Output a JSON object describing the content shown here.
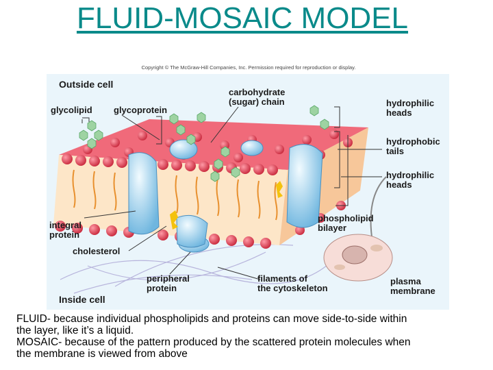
{
  "title": "FLUID-MOSAIC MODEL",
  "copyright": "Copyright © The McGraw-Hill Companies, Inc. Permission required for reproduction or display.",
  "labels": {
    "outside_cell": "Outside cell",
    "glycolipid": "glycolipid",
    "glycoprotein": "glycoprotein",
    "carbohydrate_1": "carbohydrate",
    "carbohydrate_2": "(sugar) chain",
    "hydrophilic_top_1": "hydrophilic",
    "hydrophilic_top_2": "heads",
    "hydrophobic_1": "hydrophobic",
    "hydrophobic_2": "tails",
    "hydrophilic_bottom_1": "hydrophilic",
    "hydrophilic_bottom_2": "heads",
    "integral_1": "integral",
    "integral_2": "protein",
    "cholesterol": "cholesterol",
    "bilayer_1": "phospholipid",
    "bilayer_2": "bilayer",
    "peripheral_1": "peripheral",
    "peripheral_2": "protein",
    "filaments_1": "filaments of",
    "filaments_2": "the cytoskeleton",
    "plasma_1": "plasma",
    "plasma_2": "membrane",
    "inside_cell": "Inside cell"
  },
  "caption": {
    "line1": "FLUID- because individual phospholipids and proteins can move side-to-side within",
    "line2": "the layer, like it’s a liquid.",
    "line3": "MOSAIC- because of the pattern produced by the scattered protein molecules when",
    "line4": "the membrane is viewed from above"
  },
  "colors": {
    "title": "#0a8a8a",
    "heads": "#e04a5c",
    "tails": "#f0a040",
    "protein": "#9fd2ef",
    "sugar": "#7cc98a",
    "cholesterol": "#f4c20d"
  }
}
